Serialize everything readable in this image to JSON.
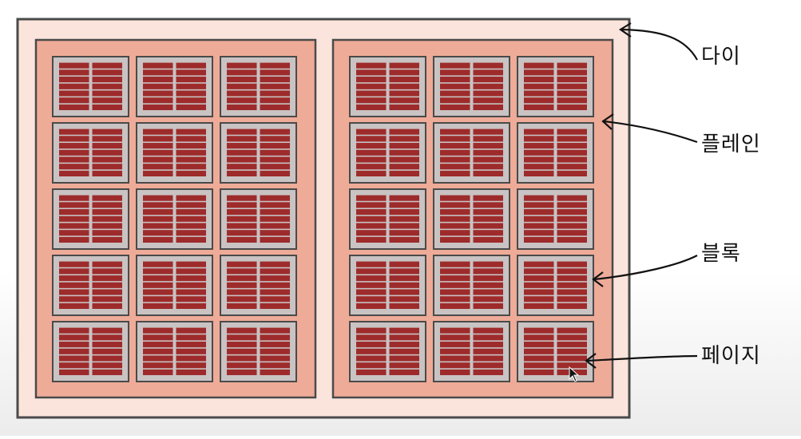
{
  "diagram": {
    "labels": {
      "die": "다이",
      "plane": "플레인",
      "block": "블록",
      "page": "페이지"
    },
    "structure": {
      "planes": 2,
      "block_rows": 5,
      "block_cols": 3,
      "page_columns_per_block": 2,
      "pages_per_column": 7
    },
    "colors": {
      "die_fill": "#fbe4dc",
      "plane_fill": "#eeab97",
      "block_fill": "#c9c3c3",
      "page_fill": "#9e2b2b",
      "outline": "#4a4a4a"
    }
  }
}
